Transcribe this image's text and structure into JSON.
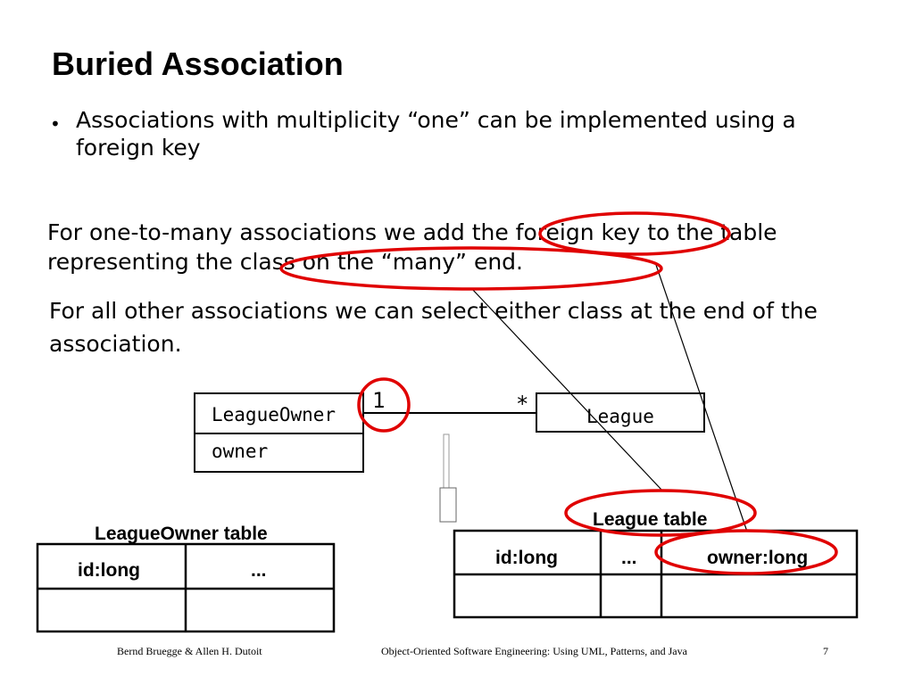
{
  "slide": {
    "title": "Buried Association",
    "bullet": "•",
    "bullet_text": "Associations with multiplicity “one” can be implemented using a foreign key",
    "paragraph1": "For one-to-many associations we add the foreign key to the table representing the class on the “many” end.",
    "paragraph2": "For all other associations we can select either class at the end of the association."
  },
  "uml": {
    "league_owner_class": "LeagueOwner",
    "league_owner_attribute": "owner",
    "league_class": "League",
    "multiplicity_one": "1",
    "multiplicity_many": "*"
  },
  "tables": {
    "league_owner": {
      "caption": "LeagueOwner table",
      "columns": [
        "id:long",
        "..."
      ]
    },
    "league": {
      "caption": "League table",
      "columns": [
        "id:long",
        "...",
        "owner:long"
      ]
    }
  },
  "footer": {
    "authors": "Bernd Bruegge & Allen H. Dutoit",
    "book": "Object-Oriented Software Engineering: Using UML, Patterns, and Java",
    "page_number": "7"
  },
  "colors": {
    "highlight": "#e00000",
    "text": "#000000"
  }
}
